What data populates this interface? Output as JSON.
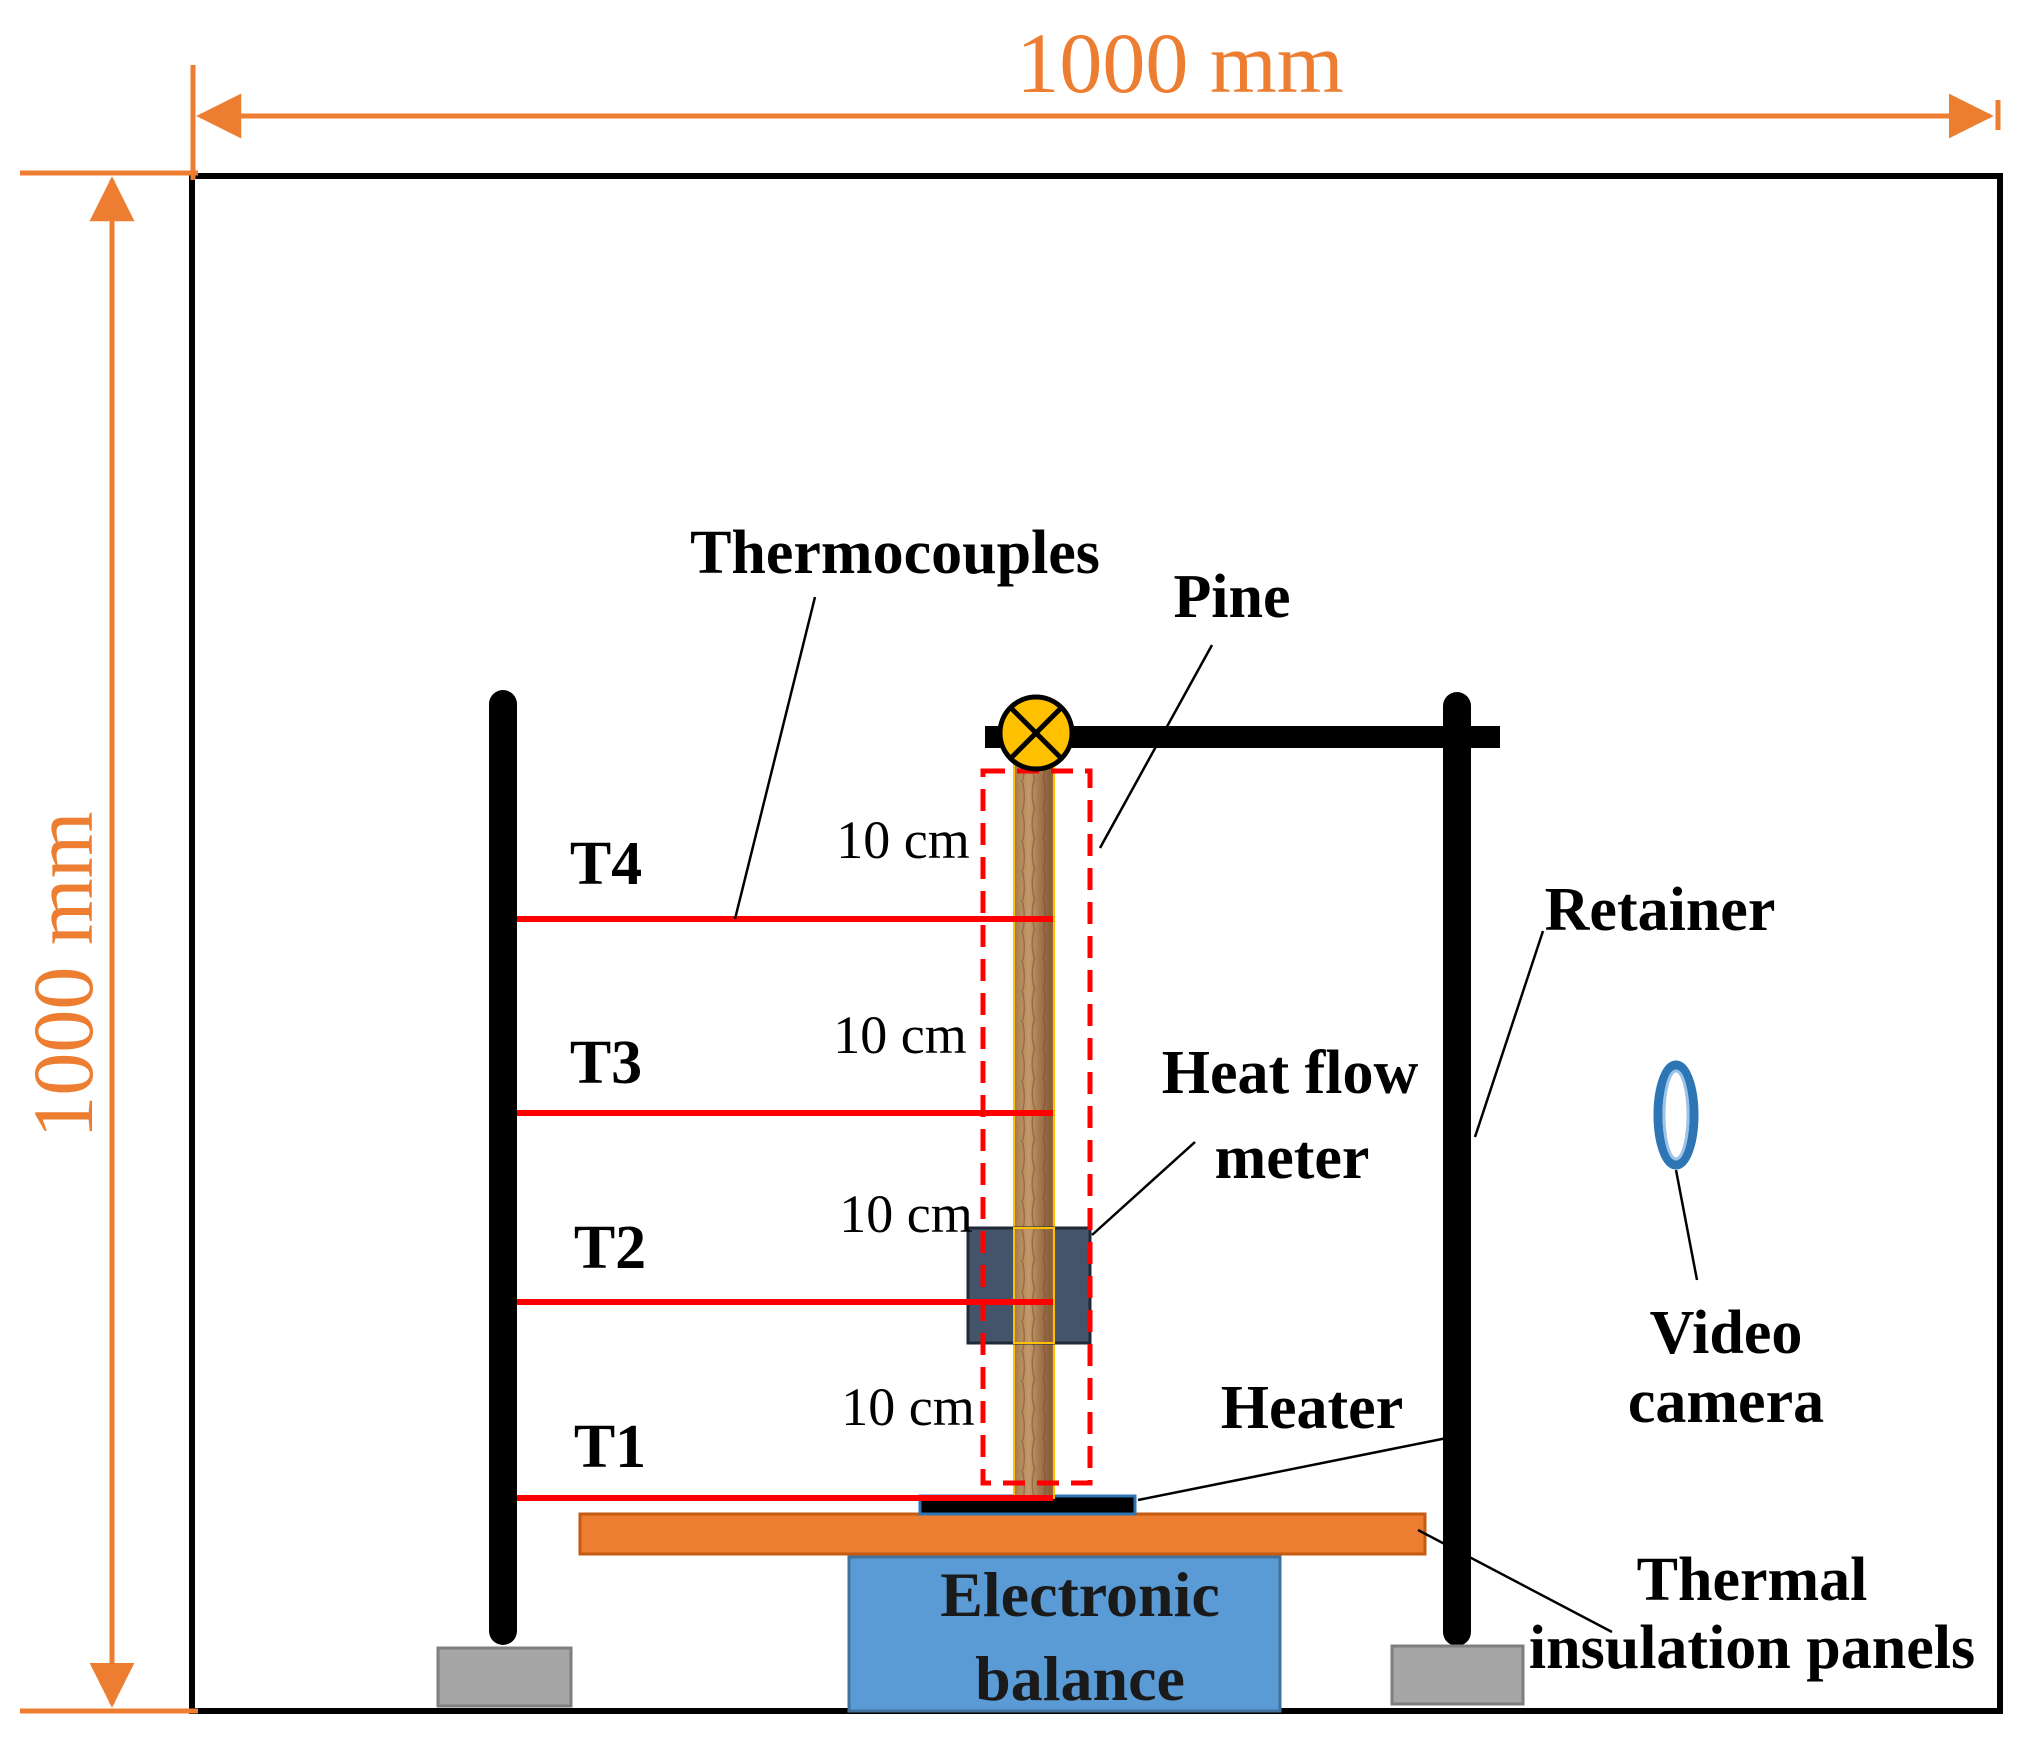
{
  "dimensions": {
    "width_label": "1000 mm",
    "height_label": "1000 mm"
  },
  "labels": {
    "thermocouples": "Thermocouples",
    "pine": "Pine",
    "retainer": "Retainer",
    "heat_flow_meter": [
      "Heat flow",
      "meter"
    ],
    "heater": "Heater",
    "video_camera": [
      "Video",
      "camera"
    ],
    "thermal_insulation_panels": [
      "Thermal",
      "insulation panels"
    ],
    "electronic_balance": [
      "Electronic",
      "balance"
    ]
  },
  "thermocouples": [
    {
      "id": "T4",
      "spacing_label": "10 cm"
    },
    {
      "id": "T3",
      "spacing_label": "10 cm"
    },
    {
      "id": "T2",
      "spacing_label": "10 cm"
    },
    {
      "id": "T1",
      "spacing_label": "10 cm"
    }
  ],
  "colors": {
    "dimension": "#ED7D31",
    "thermocouple_line": "#FF0000",
    "pine_wood": "#A97C50",
    "balance": "#5B9BD5",
    "insulation_panel": "#ED7D31",
    "heat_flow_meter": "#44546A",
    "retainer_base": "#A6A6A6",
    "roller": "#FFC000",
    "camera": "#2E75B6"
  },
  "icons": {
    "pivot": "roller-cross-icon",
    "camera": "camera-ring-icon"
  }
}
